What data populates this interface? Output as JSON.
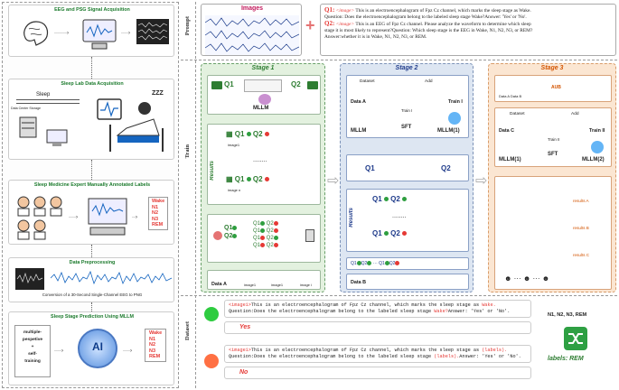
{
  "left": {
    "step1_title": "EEG and PSG Signal Acquisition",
    "step2_title": "Sleep Lab Data Acquisition",
    "step2_sleep": "Sleep",
    "step2_zzz": "ZZZ",
    "step2_storage": "Data Center Storage",
    "step3_title": "Sleep Medicine Expert Manually Annotated Labels",
    "step3_labels": [
      "Wake",
      "N1",
      "N2",
      "N3",
      "REM"
    ],
    "step4_title": "Data Preprocessing",
    "step4_caption": "Conversion of a 30-Second Single-Channel EEG to PNG",
    "step5_title": "Sleep Stage Prediction Using MLLM",
    "step5_methods": [
      "multiple-",
      "pespetive",
      "+",
      "self-",
      "training"
    ],
    "step5_ai": "AI",
    "step5_labels": [
      "Wake",
      "N1",
      "N2",
      "N3",
      "REM"
    ]
  },
  "sections": {
    "prompt": "Prompt",
    "train": "Train",
    "dataset": "Dataset"
  },
  "prompt": {
    "images_label": "Images",
    "q1_prefix": "Q1:",
    "q1_tag": "<image>",
    "q1_text": "This is an electroencephalogram of Fpz Cz channel, which marks the sleep stage as Wake.",
    "q1_text2": "Question: Does the electroencephalogram belong to the labeled sleep stage Wake?Answer: 'Yes' or 'No'.",
    "q2_prefix": "Q2:",
    "q2_tag": "<image>",
    "q2_text": "This is an EEG of Fpz Cz channel. Please analyze the waveform to determine which sleep",
    "q2_text2": "stage it is most likely to represent?Question: Which sleep stage is the EEG in Wake, N1, N2, N3, or REM?",
    "q2_text3": "Answer:whether it is in Wake, N1, N2, N3, or REM."
  },
  "stages": {
    "s1_title": "Stage 1",
    "s2_title": "Stage 2",
    "s3_title": "Stage 3",
    "q1": "Q1",
    "q2": "Q2",
    "mllm": "MLLM",
    "mllm1": "MLLM(1)",
    "mllm2": "MLLM(2)",
    "results": "Results",
    "image1": "image1",
    "image_n": "image n",
    "imagei": "image i",
    "dots": "........",
    "data_a": "Data A",
    "data_b": "Data B",
    "data_c": "Data C",
    "dataset": "Dataset",
    "add": "Add",
    "train_i": "Train I",
    "train_ii": "Train II",
    "sft": "SFT",
    "data_a_b": "Data A  Data B",
    "aub": "AUB",
    "results_a": "results A",
    "results_b": "results B",
    "results_c": "results C"
  },
  "dataset": {
    "ex1_tag": "<image1>",
    "ex1_text1": "This is an electroencephalogram of Fpz Cz channel, which marks the sleep stage as ",
    "ex1_stage": "Wake.",
    "ex1_q": "Question:",
    "ex1_text2": "Does the electroencephalogram belong to the labeled sleep stage ",
    "ex1_stage2": "Wake?",
    "ex1_ans": "Answer: 'Yes' or 'No'.",
    "ex1_reply": "Yes",
    "ex2_tag": "<image1>",
    "ex2_text1": "This is an electroencephalogram of Fpz Cz channel, which marks the sleep stage as ",
    "ex2_stage": "(labels).",
    "ex2_q": "Question:",
    "ex2_text2": "Does the electroencephalogram belong to the labeled sleep stage ",
    "ex2_stage2": "(labels).",
    "ex2_ans": "Answer: 'Yes' or 'No'.",
    "ex2_reply": "No",
    "labels_set": "N1, N2, N3, REM",
    "labels_rem": "labels: REM"
  }
}
